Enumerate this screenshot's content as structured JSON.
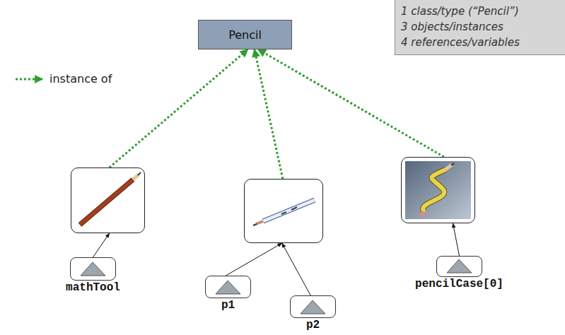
{
  "diagram": {
    "nodes": [
      {
        "text": [
          "Pencil"
        ]
      },
      {
        "text": [
          "1 class/type (“Pencil”)",
          "3 objects/instances",
          "4 references/variables"
        ]
      },
      {
        "text": []
      },
      {
        "text": []
      },
      {
        "text": []
      },
      {
        "text": [
          "mathTool"
        ]
      },
      {
        "text": [
          "p1"
        ]
      },
      {
        "text": [
          "p2"
        ]
      },
      {
        "text": [
          "pencilCase[0]"
        ]
      }
    ],
    "edges": [
      {
        "from": 2,
        "to": 0,
        "arrow": "to"
      },
      {
        "from": 3,
        "to": 0,
        "arrow": "to"
      },
      {
        "from": 4,
        "to": 0,
        "arrow": "to"
      },
      {
        "from": 5,
        "to": 2,
        "arrow": "to"
      },
      {
        "from": 6,
        "to": 3,
        "arrow": "to"
      },
      {
        "from": 7,
        "to": 3,
        "arrow": "to"
      },
      {
        "from": 8,
        "to": 4,
        "arrow": "to"
      }
    ],
    "legend": [
      {
        "text": "instance of"
      }
    ]
  }
}
